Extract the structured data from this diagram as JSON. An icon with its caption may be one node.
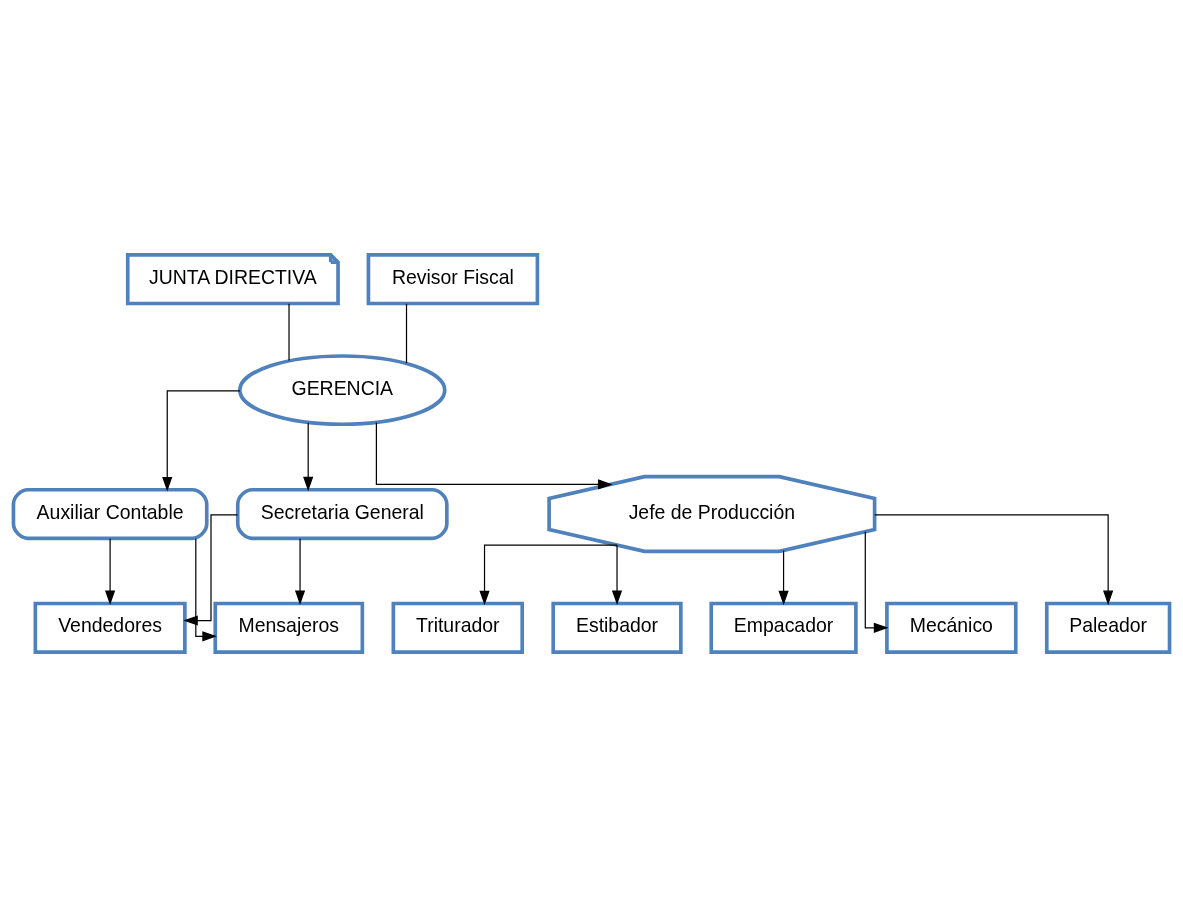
{
  "diagram": {
    "nodes": [
      {
        "text": [
          "JUNTA DIRECTIVA"
        ]
      },
      {
        "text": [
          "Revisor Fiscal"
        ]
      },
      {
        "text": [
          "GERENCIA"
        ]
      },
      {
        "text": [
          "Secretaria General"
        ]
      },
      {
        "text": [
          "Auxiliar Contable"
        ]
      },
      {
        "text": [
          "Jefe de Producción"
        ]
      },
      {
        "text": [
          "Mensajeros"
        ]
      },
      {
        "text": [
          "Vendedores"
        ]
      },
      {
        "text": [
          "Paleador"
        ]
      },
      {
        "text": [
          "Triturador"
        ]
      },
      {
        "text": [
          "Estibador"
        ]
      },
      {
        "text": [
          "Empacador"
        ]
      },
      {
        "text": [
          "Mecánico"
        ]
      }
    ],
    "edges": [
      {
        "from": 0,
        "to": 2,
        "arrow": "none"
      },
      {
        "from": 1,
        "to": 2,
        "arrow": "none"
      },
      {
        "from": 2,
        "to": 3,
        "arrow": "to"
      },
      {
        "from": 2,
        "to": 4,
        "arrow": "to"
      },
      {
        "from": 2,
        "to": 5,
        "arrow": "to"
      },
      {
        "from": 3,
        "to": 6,
        "arrow": "to"
      },
      {
        "from": 3,
        "to": 7,
        "arrow": "to"
      },
      {
        "from": 4,
        "to": 6,
        "arrow": "to"
      },
      {
        "from": 4,
        "to": 7,
        "arrow": "to"
      },
      {
        "from": 5,
        "to": 8,
        "arrow": "to"
      },
      {
        "from": 5,
        "to": 9,
        "arrow": "to"
      },
      {
        "from": 5,
        "to": 10,
        "arrow": "to"
      },
      {
        "from": 5,
        "to": 11,
        "arrow": "to"
      },
      {
        "from": 5,
        "to": 12,
        "arrow": "to"
      }
    ]
  }
}
